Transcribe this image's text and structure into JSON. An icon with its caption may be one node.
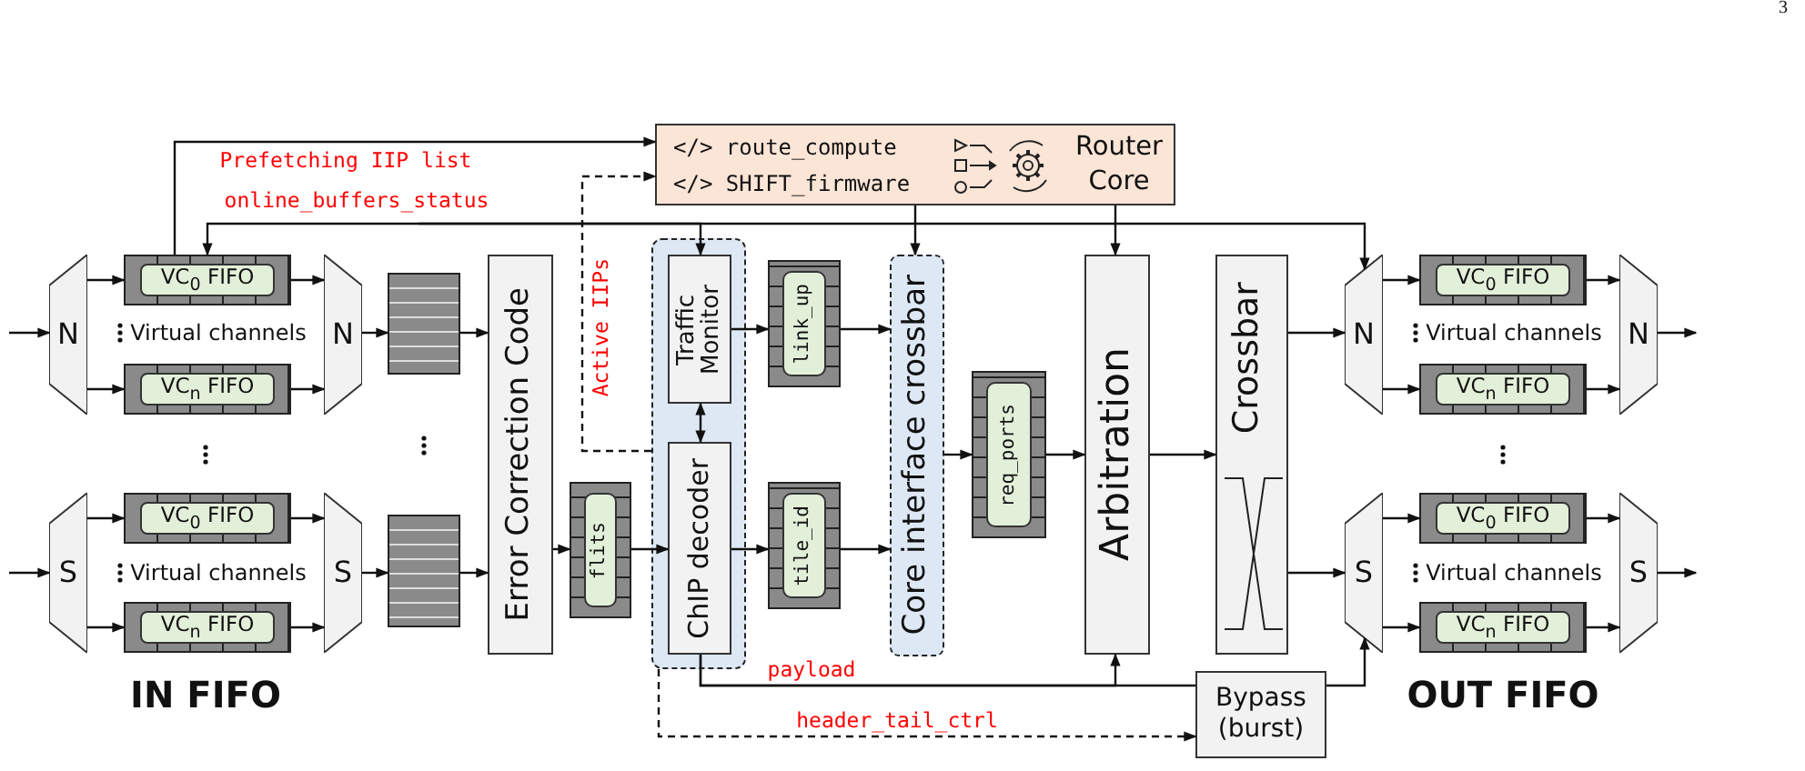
{
  "diagram": {
    "nodes": [
      {
        "text": [
          "</> route_compute",
          "</> SHIFT_firmware",
          "Router Core"
        ]
      },
      {
        "text": [
          "N"
        ]
      },
      {
        "text": [
          "VC$_{0}$ FIFO"
        ]
      },
      {
        "text": [
          "VC$_{n}$ FIFO"
        ]
      },
      {
        "text": [
          "N"
        ]
      },
      {
        "text": [],
        "shape": "box"
      },
      {
        "text": [
          "S"
        ]
      },
      {
        "text": [
          "VC$_{0}$ FIFO"
        ]
      },
      {
        "text": [
          "VC$_{n}$ FIFO"
        ]
      },
      {
        "text": [
          "S"
        ]
      },
      {
        "text": [],
        "shape": "box"
      },
      {
        "text": [
          "Error Correction Code"
        ]
      },
      {
        "text": [
          "flits"
        ]
      },
      {
        "text": [],
        "shape": "box"
      },
      {
        "text": [
          "Traffic Monitor"
        ],
        "in": 13
      },
      {
        "text": [
          "ChIP decoder"
        ],
        "in": 13
      },
      {
        "text": [
          "link_up"
        ]
      },
      {
        "text": [
          "tile_id"
        ]
      },
      {
        "text": [
          "Core interface crossbar"
        ]
      },
      {
        "text": [
          "req_ports"
        ]
      },
      {
        "text": [
          "Arbitration"
        ]
      },
      {
        "text": [
          "Crossbar"
        ]
      },
      {
        "text": [
          "N"
        ]
      },
      {
        "text": [
          "VC$_{0}$ FIFO"
        ]
      },
      {
        "text": [
          "VC$_{n}$ FIFO"
        ]
      },
      {
        "text": [
          "N"
        ]
      },
      {
        "text": [
          "S"
        ]
      },
      {
        "text": [
          "VC$_{0}$ FIFO"
        ]
      },
      {
        "text": [
          "VC$_{n}$ FIFO"
        ]
      },
      {
        "text": [
          "S"
        ]
      },
      {
        "text": [
          "Bypass (burst)"
        ]
      }
    ],
    "edges": [
      {
        "from": 2,
        "to": 0,
        "arrow": "to",
        "label": "Prefetching IIP list"
      },
      {
        "from": null,
        "to": 2,
        "arrow": "to",
        "label": "online_buffers_status"
      },
      {
        "from": null,
        "to": 14,
        "arrow": "to"
      },
      {
        "from": null,
        "to": 22,
        "arrow": "to"
      },
      {
        "from": 13,
        "to": 0,
        "arrow": "to",
        "style": "dashed",
        "label": "Active IIPs"
      },
      {
        "from": 0,
        "to": 18,
        "arrow": "to"
      },
      {
        "from": 0,
        "to": 20,
        "arrow": "to"
      },
      {
        "from": null,
        "to": 1,
        "arrow": "to"
      },
      {
        "from": 1,
        "to": 2,
        "arrow": "to"
      },
      {
        "from": 1,
        "to": 3,
        "arrow": "to"
      },
      {
        "from": 2,
        "to": 4,
        "arrow": "to"
      },
      {
        "from": 3,
        "to": 4,
        "arrow": "to"
      },
      {
        "from": 4,
        "to": 5,
        "arrow": "to"
      },
      {
        "from": null,
        "to": 6,
        "arrow": "to"
      },
      {
        "from": 6,
        "to": 7,
        "arrow": "to"
      },
      {
        "from": 6,
        "to": 8,
        "arrow": "to"
      },
      {
        "from": 7,
        "to": 9,
        "arrow": "to"
      },
      {
        "from": 8,
        "to": 9,
        "arrow": "to"
      },
      {
        "from": 9,
        "to": 10,
        "arrow": "to"
      },
      {
        "from": 5,
        "to": 11,
        "arrow": "to"
      },
      {
        "from": 10,
        "to": 11,
        "arrow": "to"
      },
      {
        "from": 11,
        "to": 12,
        "arrow": "to"
      },
      {
        "from": 12,
        "to": 15,
        "arrow": "to"
      },
      {
        "from": 14,
        "to": 15,
        "arrow": "both"
      },
      {
        "from": 14,
        "to": 16,
        "arrow": "to"
      },
      {
        "from": 15,
        "to": 17,
        "arrow": "to"
      },
      {
        "from": 16,
        "to": 18,
        "arrow": "to"
      },
      {
        "from": 17,
        "to": 18,
        "arrow": "to"
      },
      {
        "from": 18,
        "to": 19,
        "arrow": "to"
      },
      {
        "from": 19,
        "to": 20,
        "arrow": "to"
      },
      {
        "from": 20,
        "to": 21,
        "arrow": "to"
      },
      {
        "from": 21,
        "to": 22,
        "arrow": "to"
      },
      {
        "from": 21,
        "to": 26,
        "arrow": "to"
      },
      {
        "from": 22,
        "to": 23,
        "arrow": "to"
      },
      {
        "from": 22,
        "to": 24,
        "arrow": "to"
      },
      {
        "from": 23,
        "to": 25,
        "arrow": "to"
      },
      {
        "from": 24,
        "to": 25,
        "arrow": "to"
      },
      {
        "from": 25,
        "to": null,
        "arrow": "to"
      },
      {
        "from": 26,
        "to": 27,
        "arrow": "to"
      },
      {
        "from": 26,
        "to": 28,
        "arrow": "to"
      },
      {
        "from": 27,
        "to": 29,
        "arrow": "to"
      },
      {
        "from": 28,
        "to": 29,
        "arrow": "to"
      },
      {
        "from": 29,
        "to": null,
        "arrow": "to"
      },
      {
        "from": 15,
        "to": 20,
        "arrow": "to",
        "label": "payload"
      },
      {
        "from": 15,
        "to": 30,
        "arrow": "none"
      },
      {
        "from": 30,
        "to": 26,
        "arrow": "to"
      },
      {
        "from": 13,
        "to": 30,
        "arrow": "to",
        "style": "dashed",
        "label": "header_tail_ctrl"
      }
    ],
    "labels": [
      "3",
      "Virtual channels",
      "Virtual channels",
      "Virtual channels",
      "Virtual channels",
      "IN FIFO",
      "OUT FIFO"
    ]
  }
}
